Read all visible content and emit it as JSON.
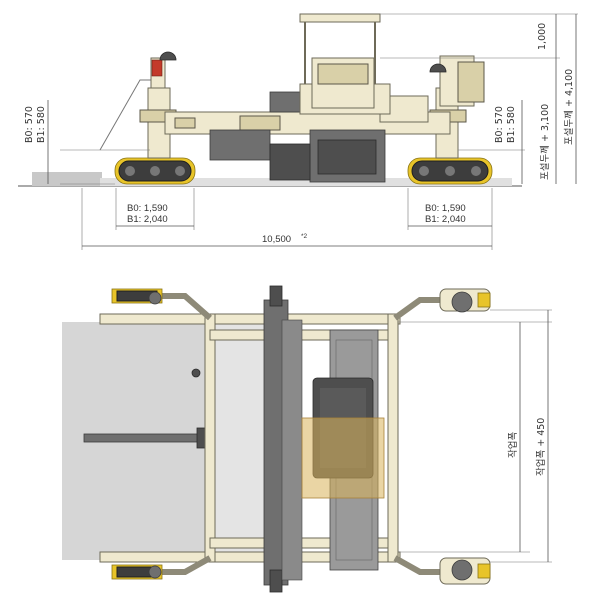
{
  "side_view": {
    "left_height_b0": "B0: 570",
    "left_height_b1": "B1: 580",
    "right_height_b0": "B0: 570",
    "right_height_b1": "B1: 580",
    "left_track_b0": "B0: 1,590",
    "left_track_b1": "B1: 2,040",
    "right_track_b0": "B0: 1,590",
    "right_track_b1": "B1: 2,040",
    "overall_length": "10,500",
    "overall_length_note": "*2",
    "canopy_height": "1,000",
    "height_inner": "포설두께 + 3,100",
    "height_outer": "포설두께 + 4,100"
  },
  "top_view": {
    "working_width": "작업폭",
    "working_width_plus": "작업폭 + 450"
  },
  "colors": {
    "frame": "#efe9cf",
    "tracks": "#3d3d3d",
    "yellow_accent": "#e8c429",
    "concrete_slab": "#d6d6d6",
    "operator_zone": "#d8b25a"
  }
}
